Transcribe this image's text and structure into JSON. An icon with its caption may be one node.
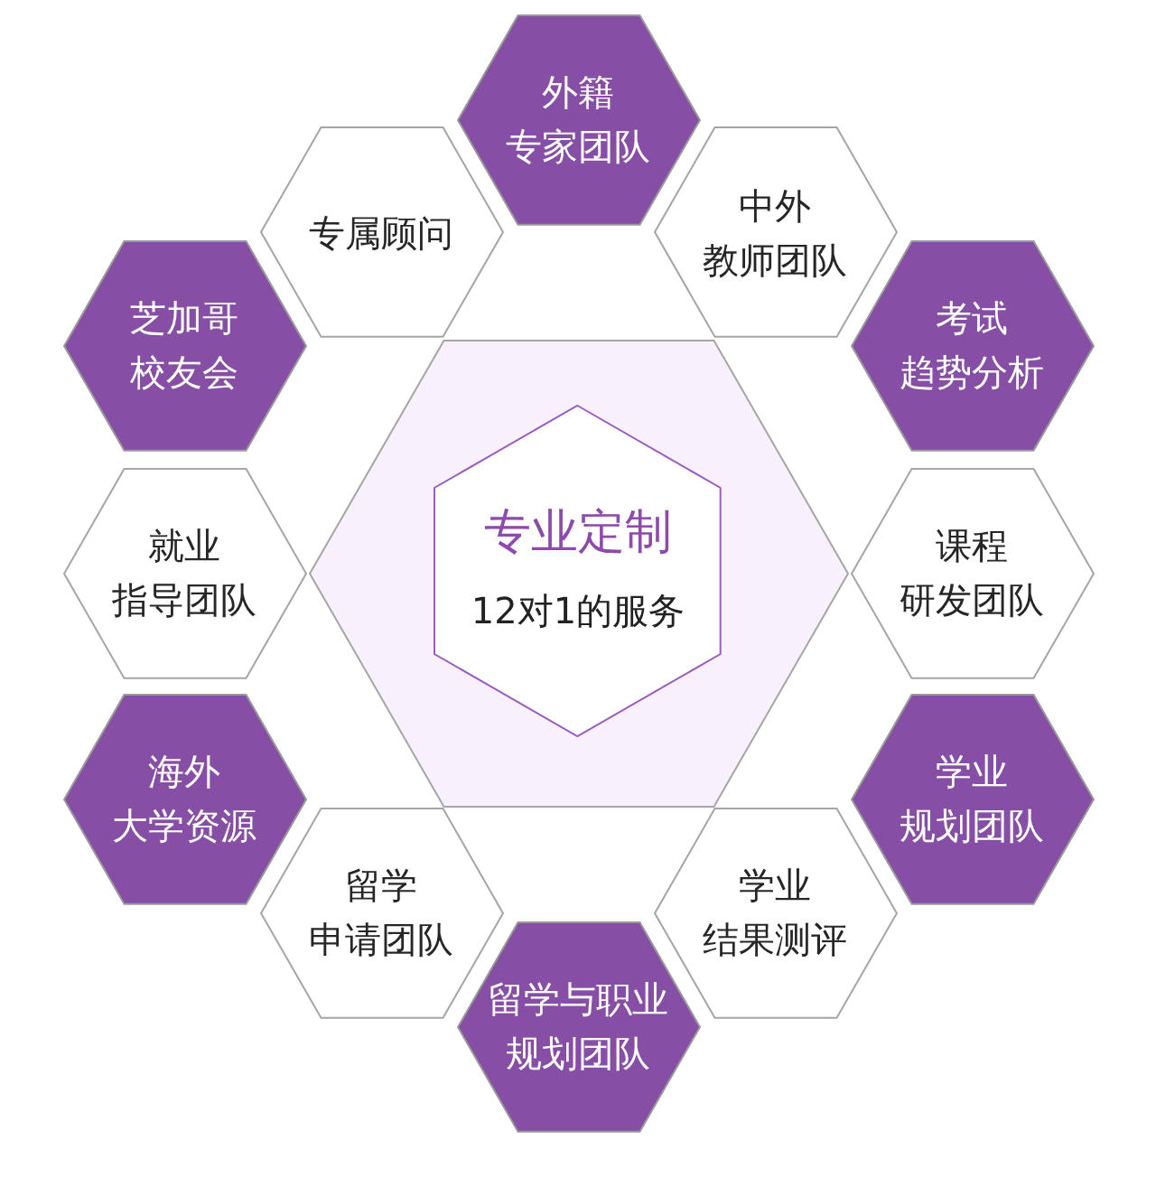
{
  "diagram": {
    "nodes": [
      {
        "text": [],
        "shape": "hexagon"
      },
      {
        "text": [
          "专业定制",
          "12对1的服务"
        ],
        "in": 0
      },
      {
        "text": [
          "外籍专家团队"
        ]
      },
      {
        "text": [
          "专属顾问"
        ]
      },
      {
        "text": [
          "中外教师团队"
        ]
      },
      {
        "text": [
          "芝加哥校友会"
        ]
      },
      {
        "text": [
          "考试趋势分析"
        ]
      },
      {
        "text": [
          "就业指导团队"
        ]
      },
      {
        "text": [
          "课程研发团队"
        ]
      },
      {
        "text": [
          "海外大学资源"
        ]
      },
      {
        "text": [
          "学业规划团队"
        ]
      },
      {
        "text": [
          "留学申请团队"
        ]
      },
      {
        "text": [
          "学业结果测评"
        ]
      },
      {
        "text": [
          "留学与职业规划团队"
        ]
      }
    ]
  }
}
